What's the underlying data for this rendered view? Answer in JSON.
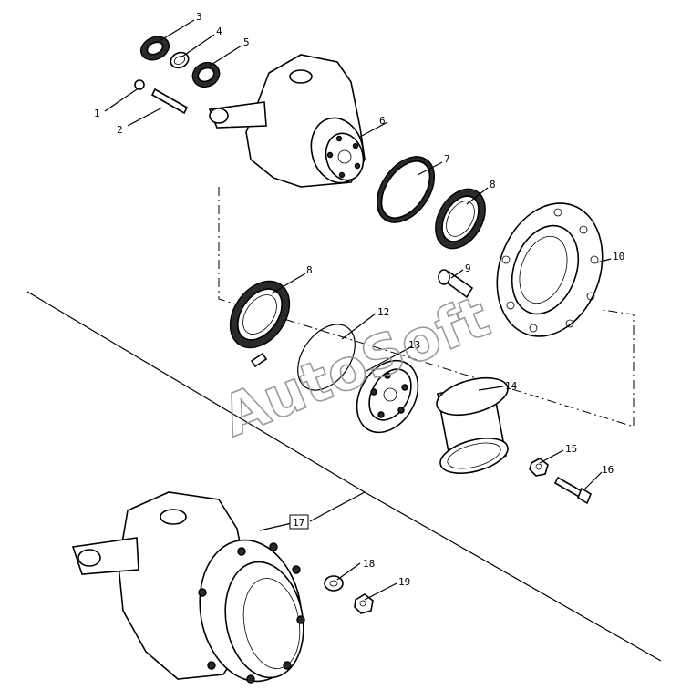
{
  "diagram": {
    "watermark": "AutoSoft",
    "callouts": {
      "c1": "1",
      "c2": "2",
      "c3": "3",
      "c4": "4",
      "c5": "5",
      "c6": "6",
      "c7": "7",
      "c8a": "8",
      "c8b": "8",
      "c9": "9",
      "c10": "10",
      "c12": "12",
      "c13": "13",
      "c14": "14",
      "c15": "15",
      "c16": "16",
      "c17": "17",
      "c18": "18",
      "c19": "19"
    }
  }
}
